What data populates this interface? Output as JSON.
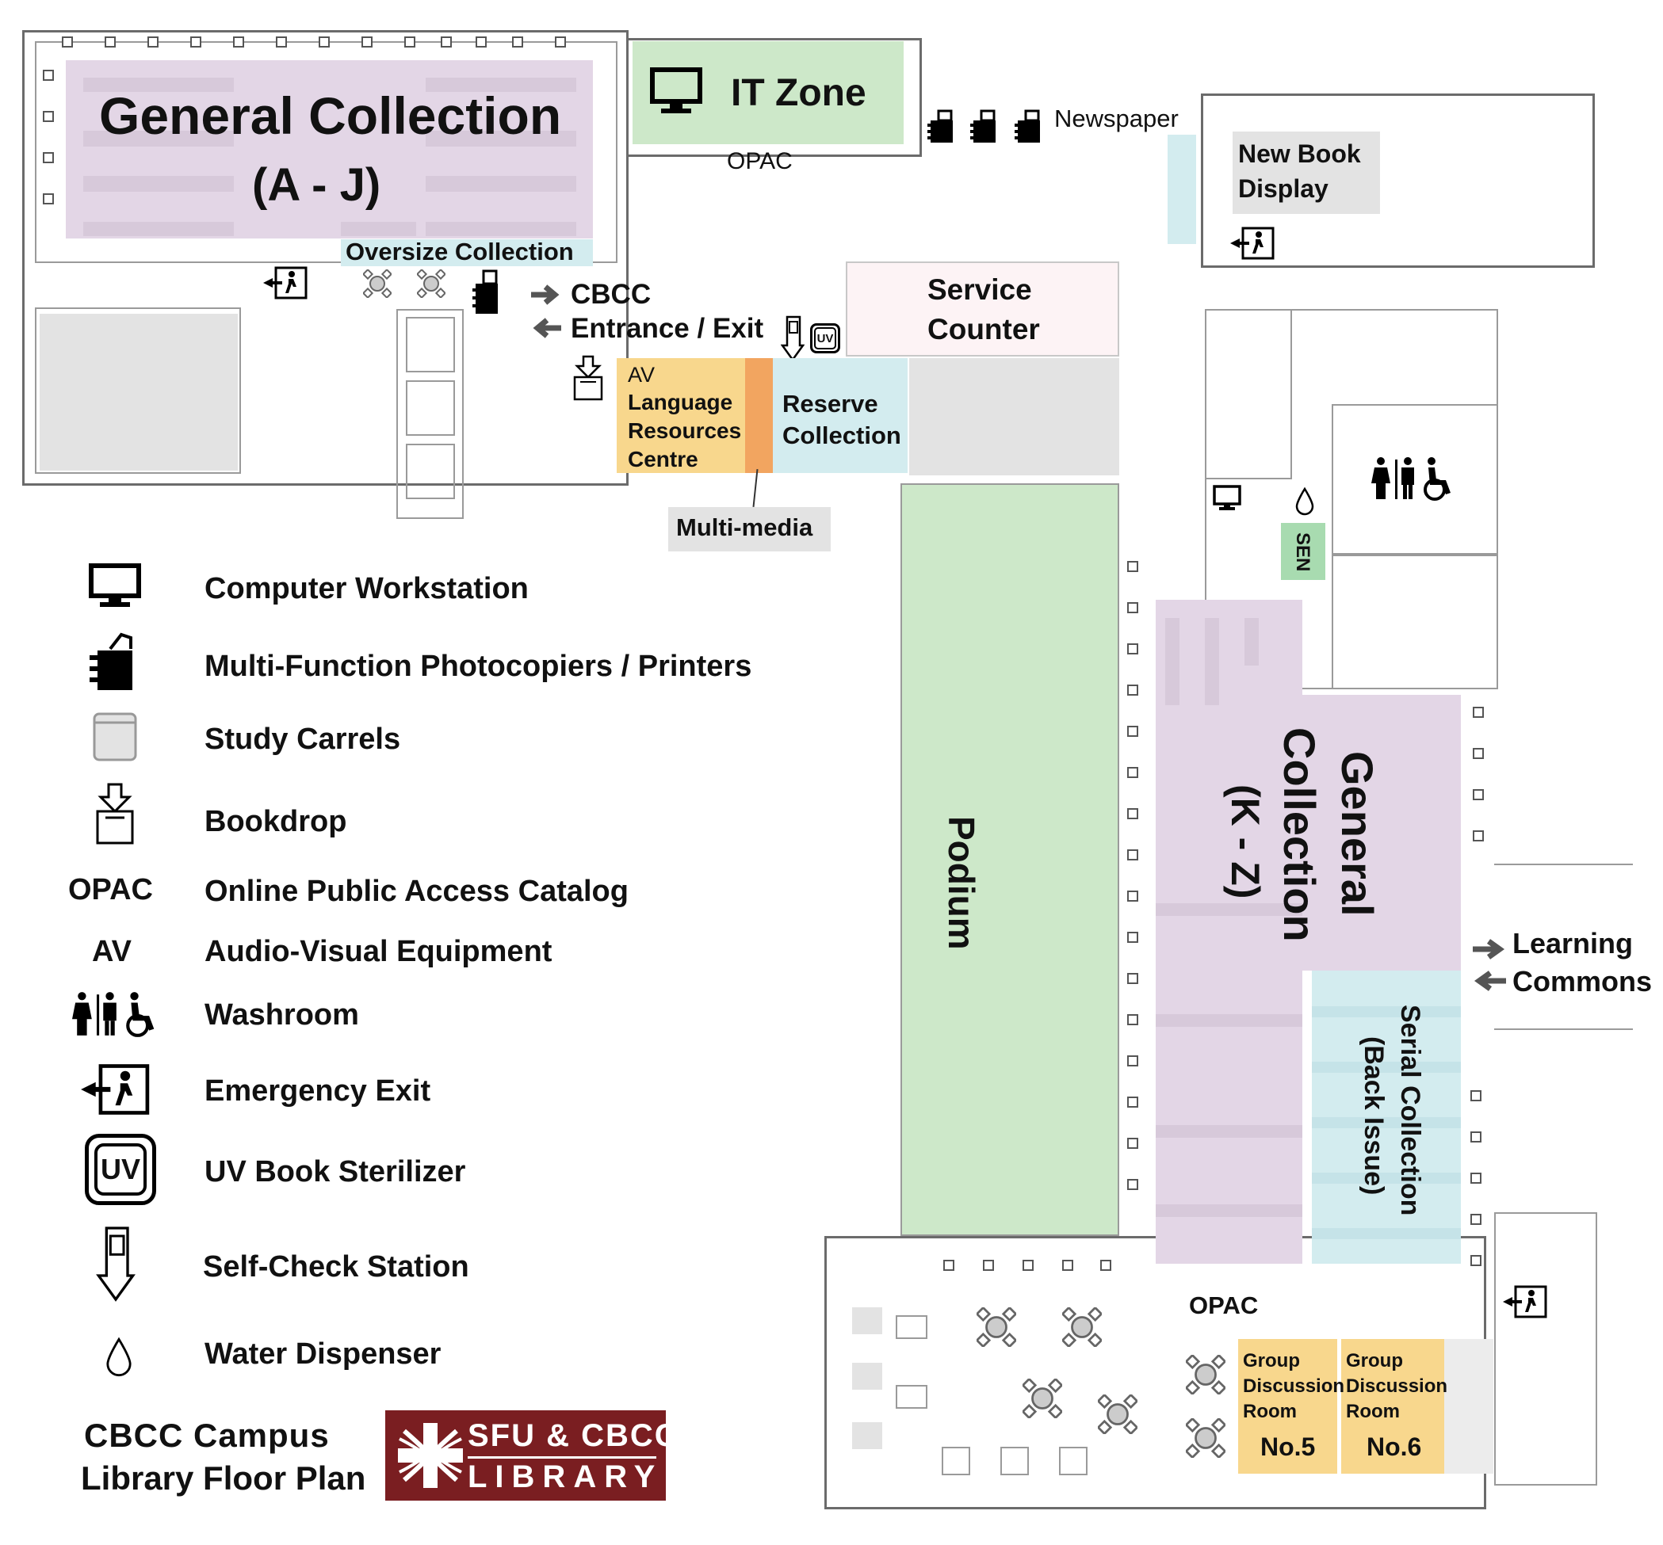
{
  "map": {
    "general_collection_aj": {
      "title": "General Collection",
      "range": "(A - J)"
    },
    "oversize_collection": "Oversize Collection",
    "it_zone": "IT Zone",
    "opac_top": "OPAC",
    "newspaper": "Newspaper",
    "new_book_display": {
      "line1": "New Book",
      "line2": "Display"
    },
    "entrance": {
      "line1": "CBCC",
      "line2": "Entrance / Exit"
    },
    "service_counter": {
      "line1": "Service",
      "line2": "Counter"
    },
    "language_centre": {
      "av": "AV",
      "line1": "Language",
      "line2": "Resources",
      "line3": "Centre"
    },
    "reserve_collection": {
      "line1": "Reserve",
      "line2": "Collection"
    },
    "multimedia": "Multi-media",
    "uv_badge": "UV",
    "sen": "SEN",
    "podium": "Podium",
    "general_collection_kz": {
      "title1": "General",
      "title2": "Collection",
      "range": "(K - Z)"
    },
    "serial_collection": {
      "line1": "Serial Collection",
      "line2": "(Back Issue)"
    },
    "learning_commons": {
      "line1": "Learning",
      "line2": "Commons"
    },
    "opac_bottom": "OPAC",
    "room5": {
      "line1": "Group",
      "line2": "Discussion",
      "line3": "Room",
      "number": "No.5"
    },
    "room6": {
      "line1": "Group",
      "line2": "Discussion",
      "line3": "Room",
      "number": "No.6"
    }
  },
  "legend": [
    {
      "icon": "computer-icon",
      "label": "Computer Workstation"
    },
    {
      "icon": "printer-icon",
      "label": "Multi-Function Photocopiers / Printers"
    },
    {
      "icon": "study-carrel-icon",
      "label": "Study Carrels"
    },
    {
      "icon": "bookdrop-icon",
      "label": "Bookdrop"
    },
    {
      "icon": "opac-text",
      "code": "OPAC",
      "label": "Online Public Access Catalog"
    },
    {
      "icon": "av-text",
      "code": "AV",
      "label": "Audio-Visual Equipment"
    },
    {
      "icon": "washroom-icon",
      "label": "Washroom"
    },
    {
      "icon": "emergency-exit-icon",
      "label": "Emergency Exit"
    },
    {
      "icon": "uv-sterilizer-icon",
      "code": "UV",
      "label": "UV Book Sterilizer"
    },
    {
      "icon": "self-check-icon",
      "label": "Self-Check Station"
    },
    {
      "icon": "water-dispenser-icon",
      "label": "Water Dispenser"
    }
  ],
  "footer": {
    "title_line1": "CBCC Campus",
    "title_line2": "Library Floor Plan",
    "logo_line1": "SFU & CBCC",
    "logo_line2": "LIBRARY"
  },
  "colors": {
    "lavender": "#e3d6e6",
    "green": "#cde8c9",
    "light_blue": "#d3ecef",
    "orange_yellow": "#f8d78d",
    "orange": "#f2a560",
    "grey": "#e3e3e3",
    "pink": "#fdf3f5",
    "logo_red": "#7a1e21"
  }
}
